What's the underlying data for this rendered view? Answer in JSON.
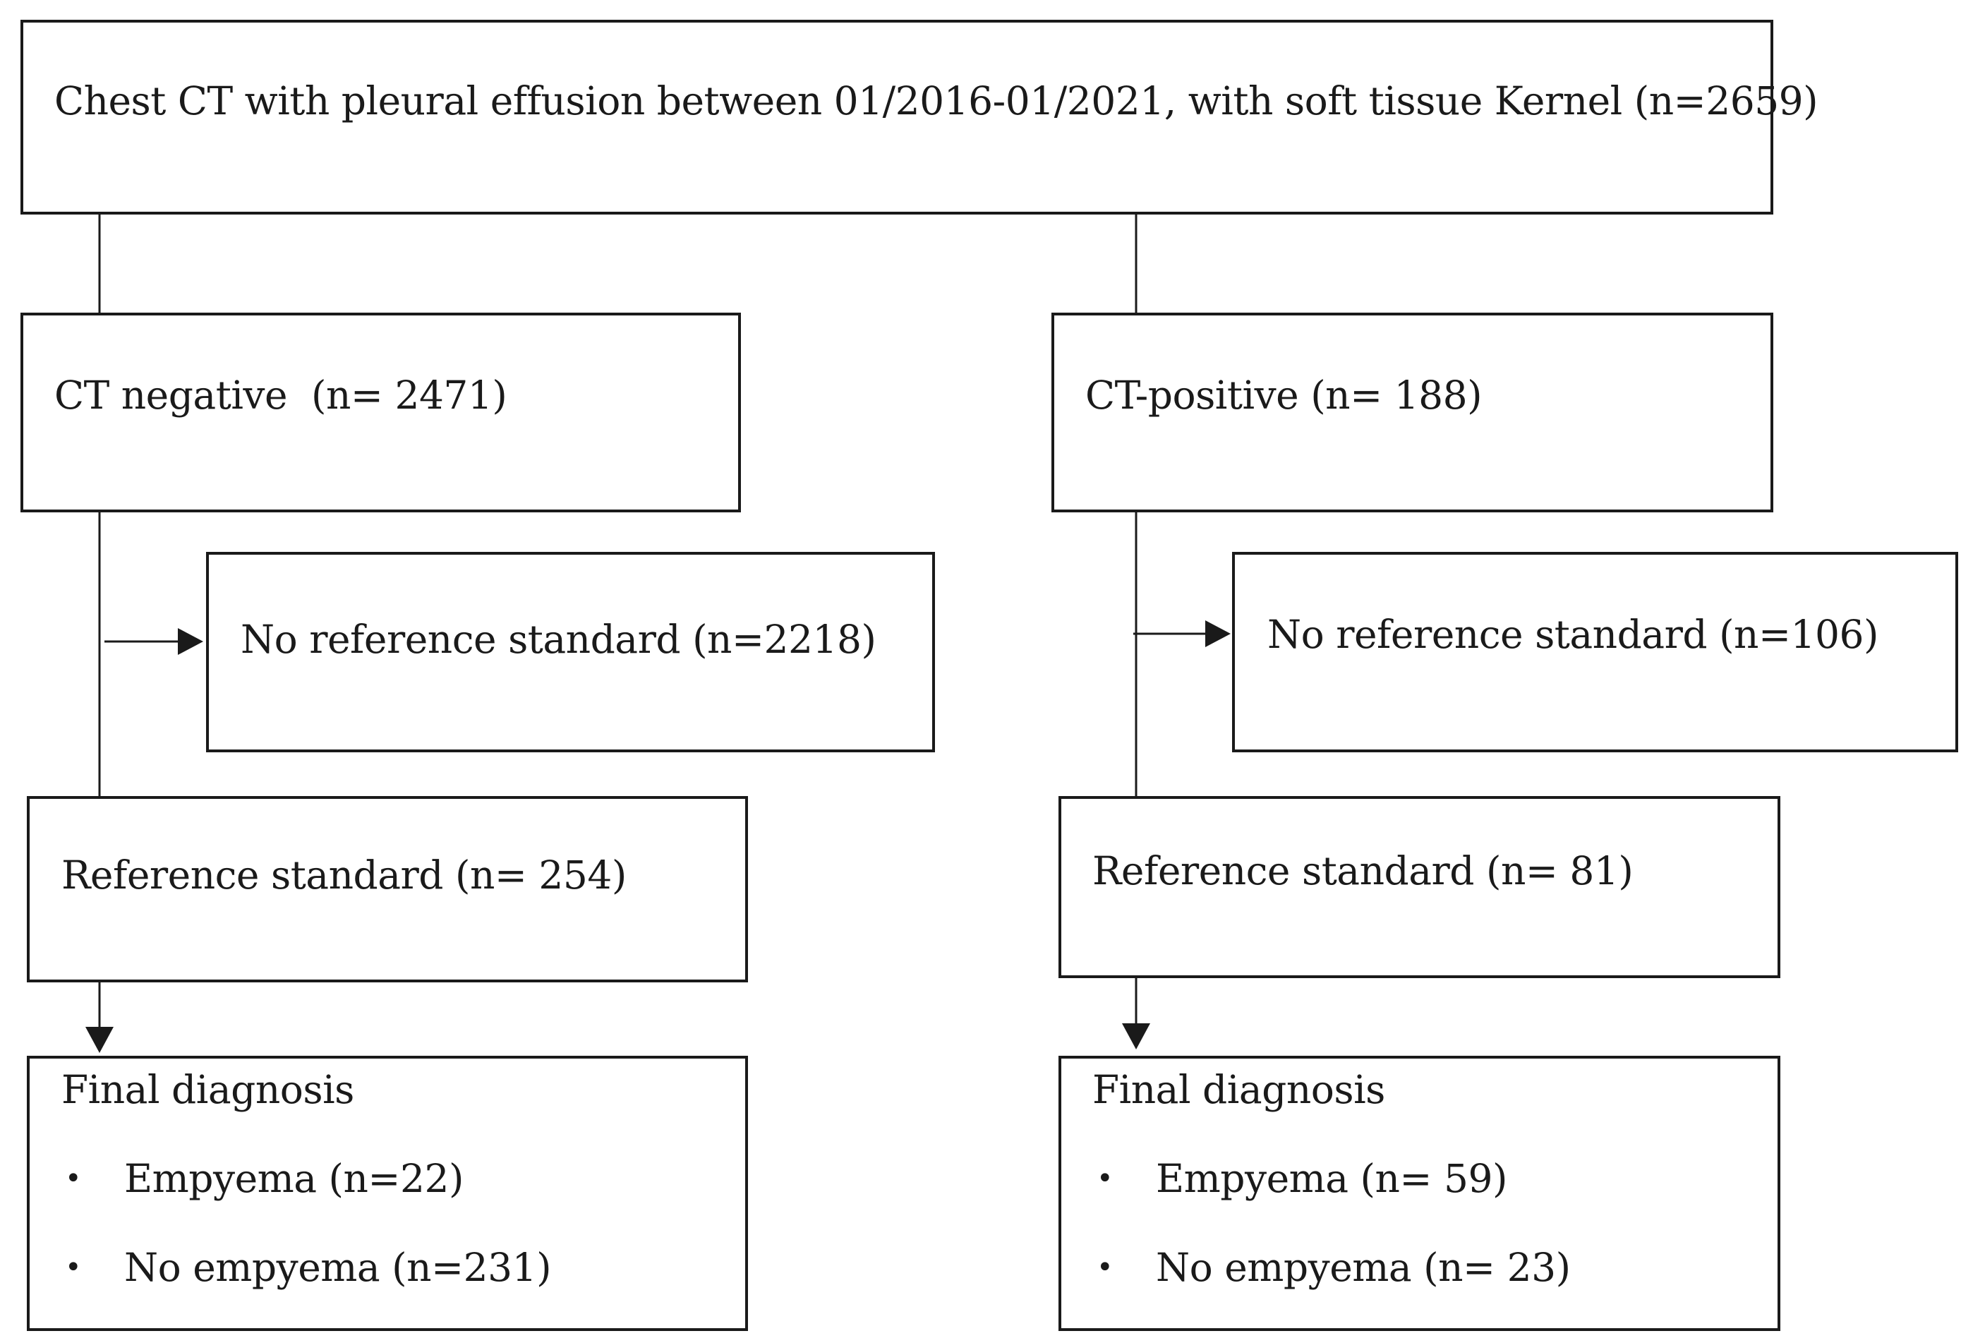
{
  "flowchart": {
    "top": {
      "label": "Chest CT with pleural effusion between 01/2016-01/2021, with soft tissue Kernel (n=2659)"
    },
    "left": {
      "ct_label": "CT negative  (n= 2471)",
      "excluded_label": "No reference standard (n=2218)",
      "reference_label": "Reference standard (n= 254)",
      "final": {
        "title": "Final diagnosis",
        "bullet": "•",
        "items": [
          "Empyema (n=22)",
          "No empyema (n=231)"
        ]
      }
    },
    "right": {
      "ct_label": "CT-positive (n= 188)",
      "excluded_label": "No reference standard (n=106)",
      "reference_label": "Reference standard (n= 81)",
      "final": {
        "title": "Final diagnosis",
        "bullet": "•",
        "items": [
          "Empyema (n= 59)",
          "No empyema (n= 23)"
        ]
      }
    }
  }
}
